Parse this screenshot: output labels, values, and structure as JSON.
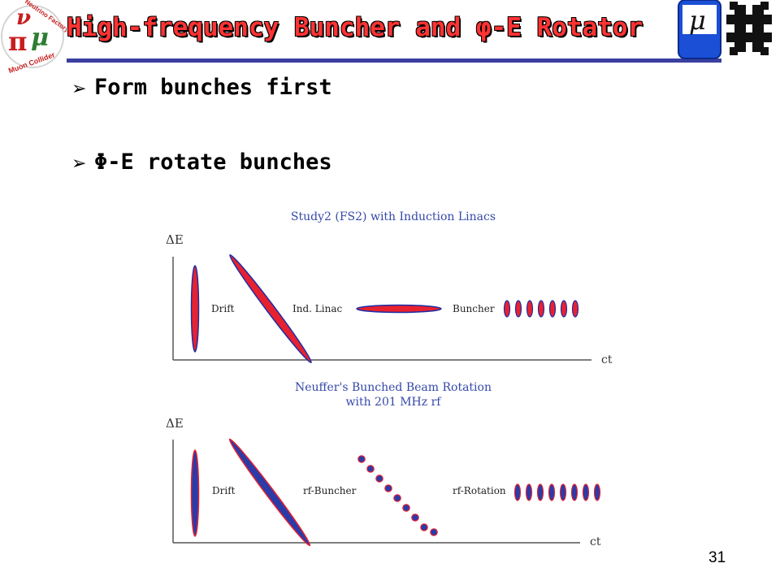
{
  "slide": {
    "title": "High-frequency Buncher and φ-E Rotator",
    "page_number": "31"
  },
  "logos": {
    "left_text_top": "Neutrino Factory",
    "left_text_bottom": "Muon Collider",
    "left_symbols": "π",
    "left_mu": "μ",
    "left_nu": "ν",
    "right_mu": "μ"
  },
  "bullets": [
    {
      "text": "Form bunches first"
    },
    {
      "text": "Φ-E rotate bunches"
    }
  ],
  "diagrams": {
    "top": {
      "title": "Study2 (FS2) with Induction Linacs",
      "y_label": "ΔE",
      "x_label": "ct",
      "stages": [
        "Drift",
        "Ind. Linac",
        "Buncher"
      ],
      "fill_color": "#e8212f",
      "outline_color": "#1b2ea8"
    },
    "bottom": {
      "title_line1": "Neuffer's Bunched Beam Rotation",
      "title_line2": "with 201 MHz rf",
      "y_label": "ΔE",
      "x_label": "ct",
      "stages": [
        "Drift",
        "rf-Buncher",
        "rf-Rotation"
      ],
      "fill_color": "#2b3ba8",
      "outline_color": "#e8212f"
    }
  },
  "colors": {
    "title_red": "#ff3333",
    "rule_blue": "#3a3fa0",
    "diagram_text_blue": "#3548a8"
  }
}
